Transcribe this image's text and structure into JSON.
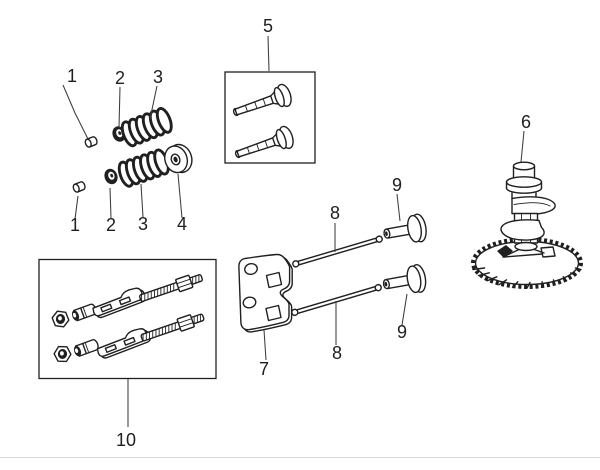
{
  "figure": {
    "background": "#ffffff",
    "line_color": "#202020",
    "callouts": {
      "c1a": "1",
      "c2a": "2",
      "c3a": "3",
      "c1b": "1",
      "c2b": "2",
      "c3b": "3",
      "c4": "4",
      "c5": "5",
      "c6": "6",
      "c7": "7",
      "c8a": "8",
      "c8b": "8",
      "c9a": "9",
      "c9b": "9",
      "c10": "10"
    }
  }
}
